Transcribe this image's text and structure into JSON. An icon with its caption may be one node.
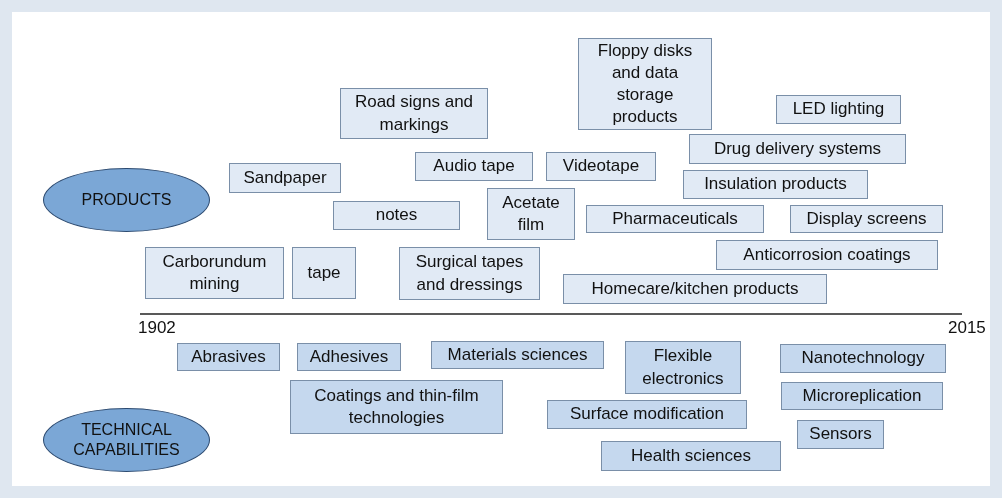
{
  "diagram": {
    "nodes": [
      {
        "text": [
          "Floppy disks and data storage products"
        ]
      },
      {
        "text": [
          "Road signs and markings"
        ]
      },
      {
        "text": [
          "LED lighting"
        ]
      },
      {
        "text": [
          "Audio tape"
        ]
      },
      {
        "text": [
          "Videotape"
        ]
      },
      {
        "text": [
          "Drug delivery systems"
        ]
      },
      {
        "text": [
          "Sandpaper"
        ]
      },
      {
        "text": [
          "PRODUCTS"
        ]
      },
      {
        "text": [
          "Insulation products"
        ]
      },
      {
        "text": [
          "Acetate film"
        ]
      },
      {
        "text": [
          "notes"
        ]
      },
      {
        "text": [
          "Pharmaceuticals"
        ]
      },
      {
        "text": [
          "Display screens"
        ]
      },
      {
        "text": [
          "Anticorrosion coatings"
        ]
      },
      {
        "text": [
          "Carborundum mining"
        ]
      },
      {
        "text": [
          "tape"
        ]
      },
      {
        "text": [
          "Surgical tapes and dressings"
        ]
      },
      {
        "text": [
          "Homecare/kitchen products"
        ]
      },
      {
        "text": [
          "Abrasives"
        ]
      },
      {
        "text": [
          "Adhesives"
        ]
      },
      {
        "text": [
          "Materials sciences"
        ]
      },
      {
        "text": [
          "Flexible electronics"
        ]
      },
      {
        "text": [
          "Nanotechnology"
        ]
      },
      {
        "text": [
          "Coatings and thin-film technologies"
        ]
      },
      {
        "text": [
          "Microreplication"
        ]
      },
      {
        "text": [
          "Surface modification"
        ]
      },
      {
        "text": [
          "Sensors"
        ]
      },
      {
        "text": [
          "TECHNICAL CAPABILITIES"
        ]
      },
      {
        "text": [
          "Health sciences"
        ]
      }
    ],
    "labels": [
      "1902",
      "2015"
    ]
  }
}
